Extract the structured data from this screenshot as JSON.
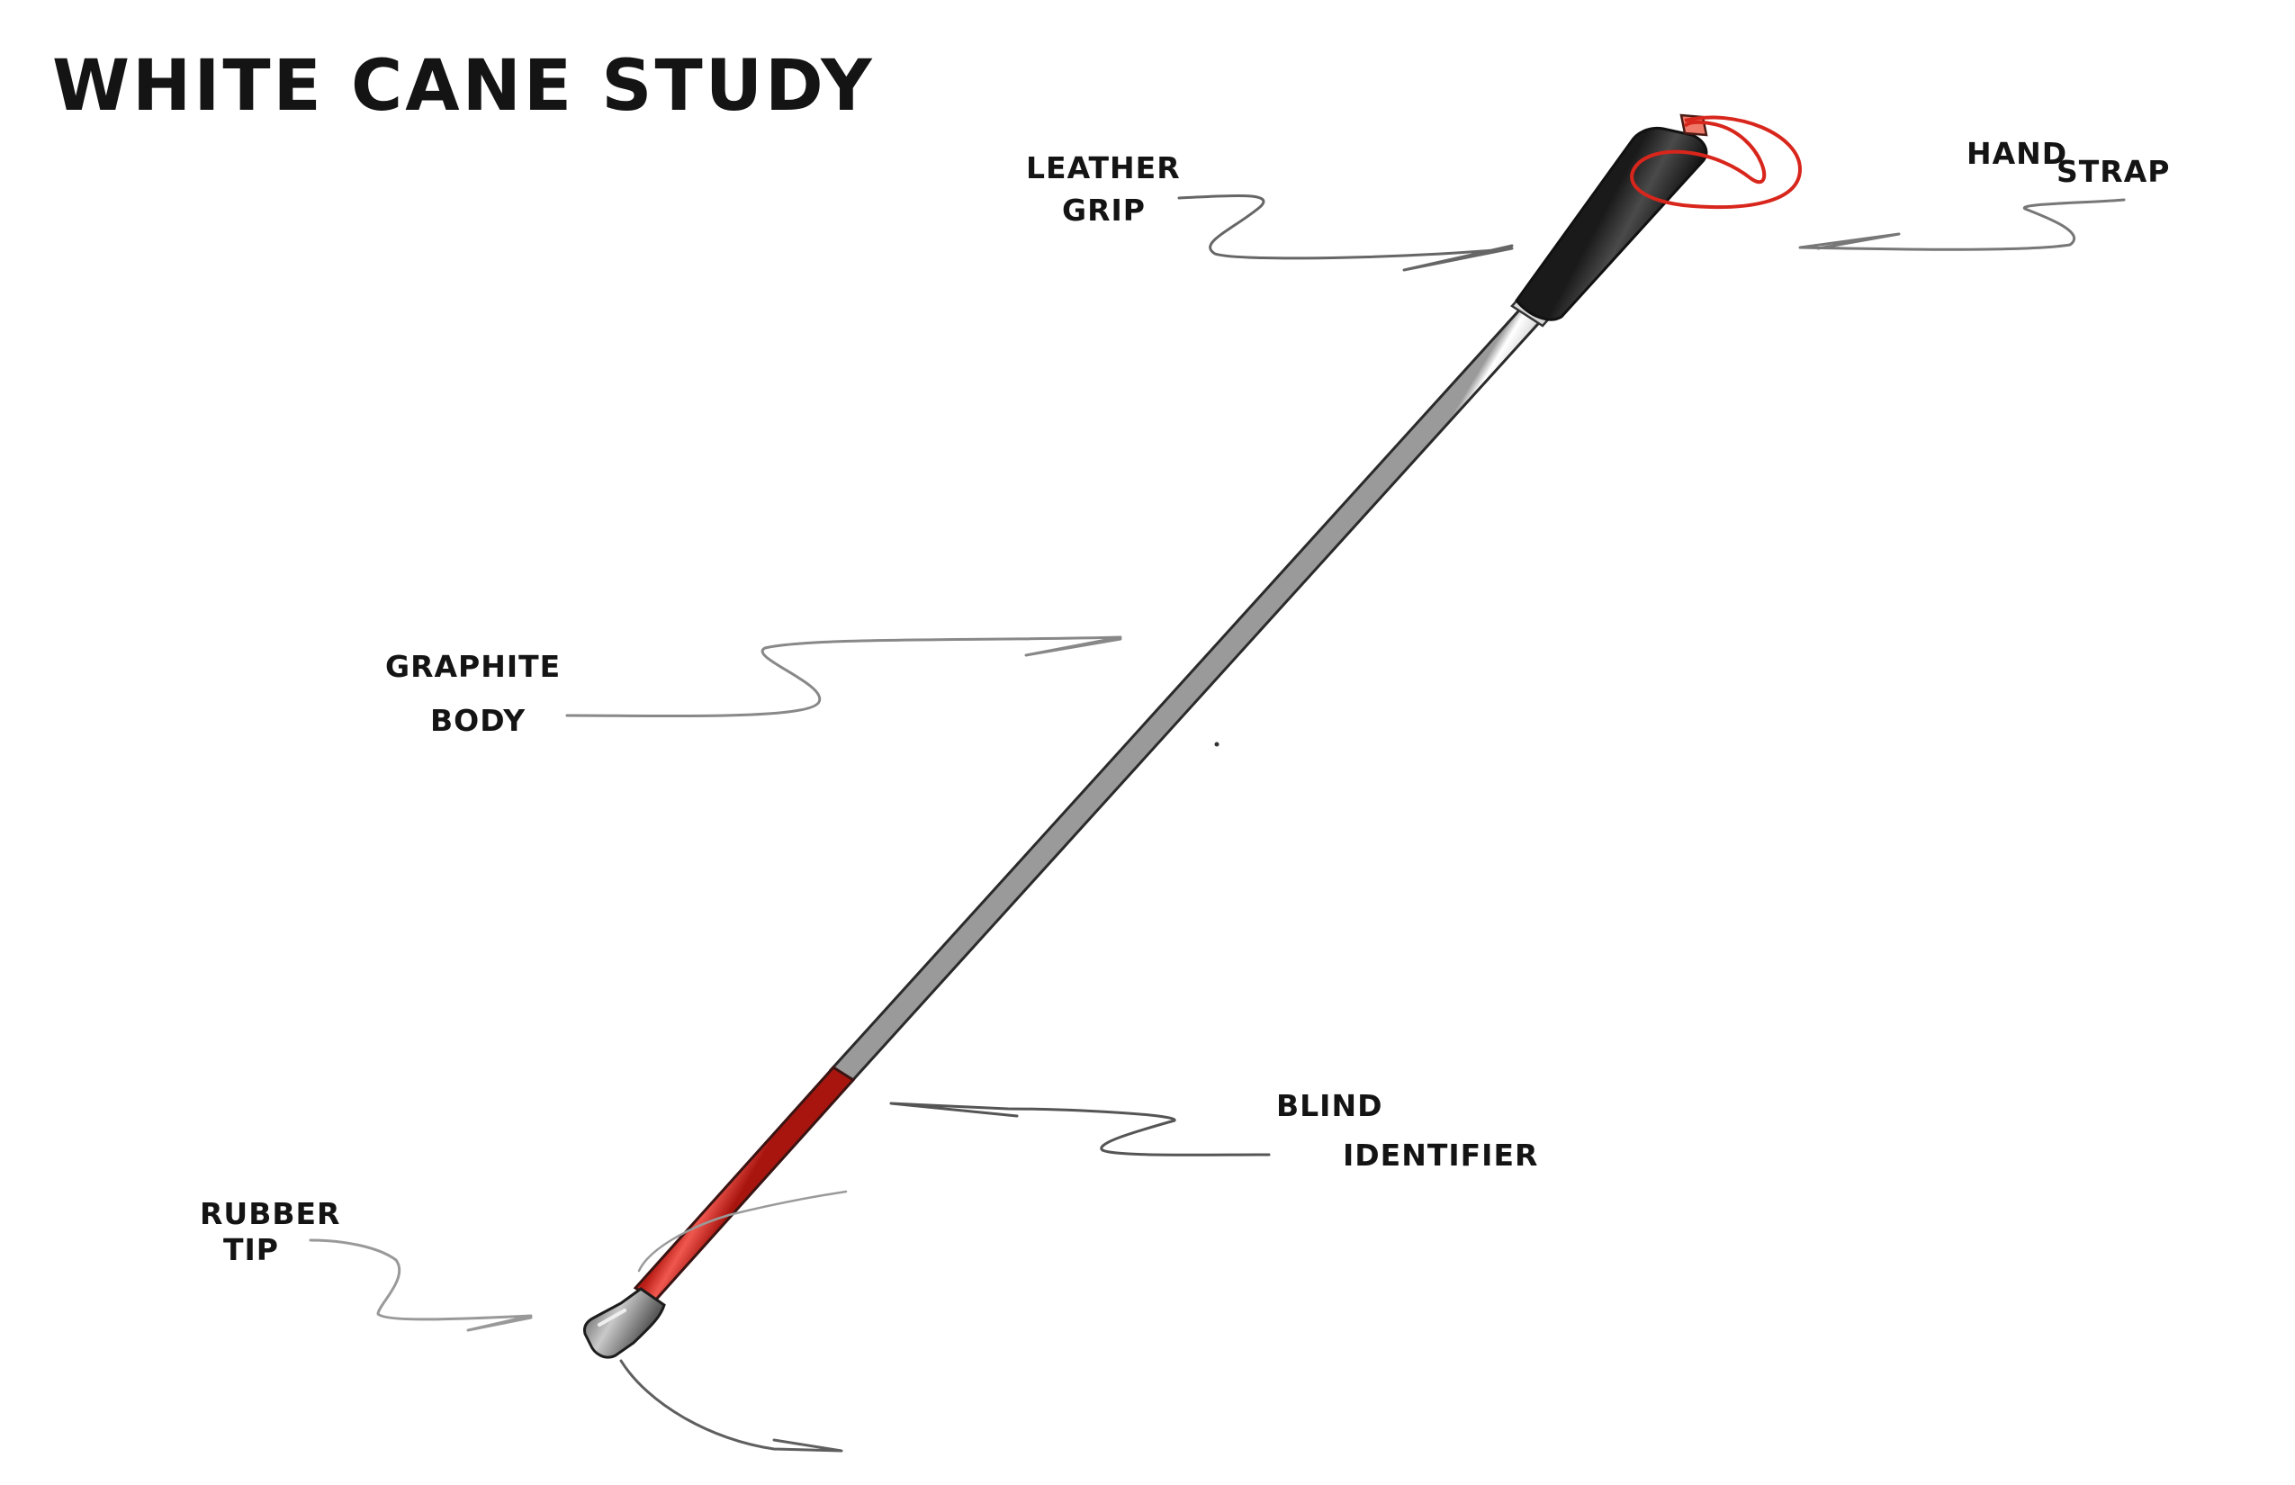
{
  "title": "White Cane Study",
  "labels": {
    "leather_grip": [
      "Leather",
      "Grip"
    ],
    "hand_strap": [
      "Hand",
      "Strap"
    ],
    "graphite_body": [
      "Graphite",
      "Body"
    ],
    "blind_identifier": [
      "Blind",
      "Identifier"
    ],
    "rubber_tip": [
      "Rubber",
      "Tip"
    ]
  },
  "colors": {
    "ink": "#141414",
    "strap_red": "#d8261c",
    "grip_dark": "#2e2e2e",
    "shaft_light": "#f1f1f1",
    "reflector_red": "#e23a32",
    "leader_grey": "#8a8a8a"
  }
}
